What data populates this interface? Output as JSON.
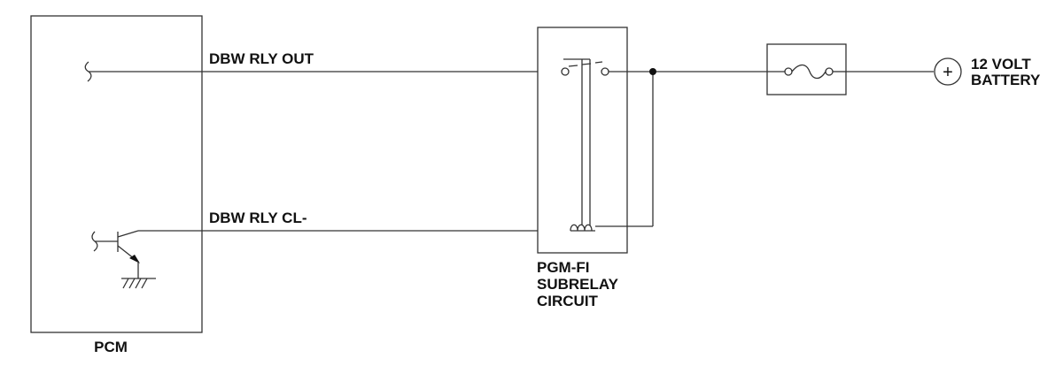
{
  "components": {
    "pcm": {
      "label": "PCM"
    },
    "subrelay": {
      "label_lines": [
        "PGM-FI",
        "SUBRELAY",
        "CIRCUIT"
      ]
    },
    "battery": {
      "label_lines": [
        "12 VOLT",
        "BATTERY"
      ],
      "symbol": "+"
    }
  },
  "wires": {
    "dbw_rly_out": {
      "label": "DBW RLY OUT"
    },
    "dbw_rly_cl": {
      "label": "DBW RLY CL-"
    }
  },
  "colors": {
    "line": "#333333",
    "text": "#111111",
    "background": "#ffffff"
  }
}
